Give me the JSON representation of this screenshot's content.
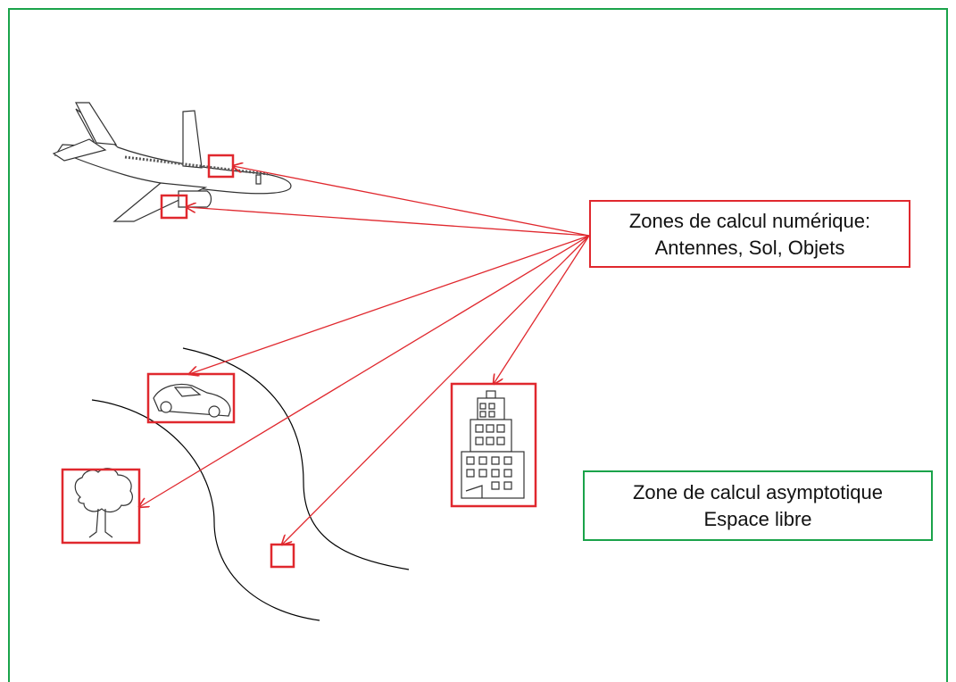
{
  "numeric_zone": {
    "line1": "Zones de calcul numérique:",
    "line2": "Antennes, Sol, Objets"
  },
  "asymptotic_zone": {
    "line1": "Zone de calcul asymptotique",
    "line2": "Espace libre"
  },
  "colors": {
    "numeric_border": "#e0282e",
    "asymptotic_border": "#1aa34a",
    "arrow": "#e0282e",
    "wavefront": "#000000"
  },
  "icons": [
    "airplane-icon",
    "car-icon",
    "tree-icon",
    "building-icon"
  ]
}
